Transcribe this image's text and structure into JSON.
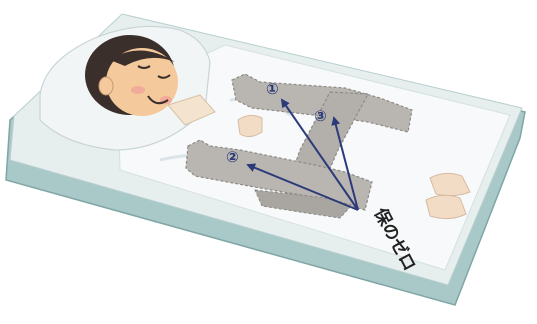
{
  "illustration": {
    "labels": {
      "marker1": "①",
      "marker2": "②",
      "marker3": "③",
      "caption": "保のゼロ"
    },
    "colors": {
      "mattress_side": "#a9c9c8",
      "mattress_top": "#eef3f3",
      "sheet": "#f7f9fa",
      "pillow": "#f2f5f6",
      "hair": "#3a2f2b",
      "skin": "#f4c99b",
      "cheek": "#f1a49a",
      "pad": "#b9b6b1",
      "pad_edge": "#8e8b86",
      "feet": "#f2dcc6",
      "arrow": "#2d3a7a"
    }
  }
}
